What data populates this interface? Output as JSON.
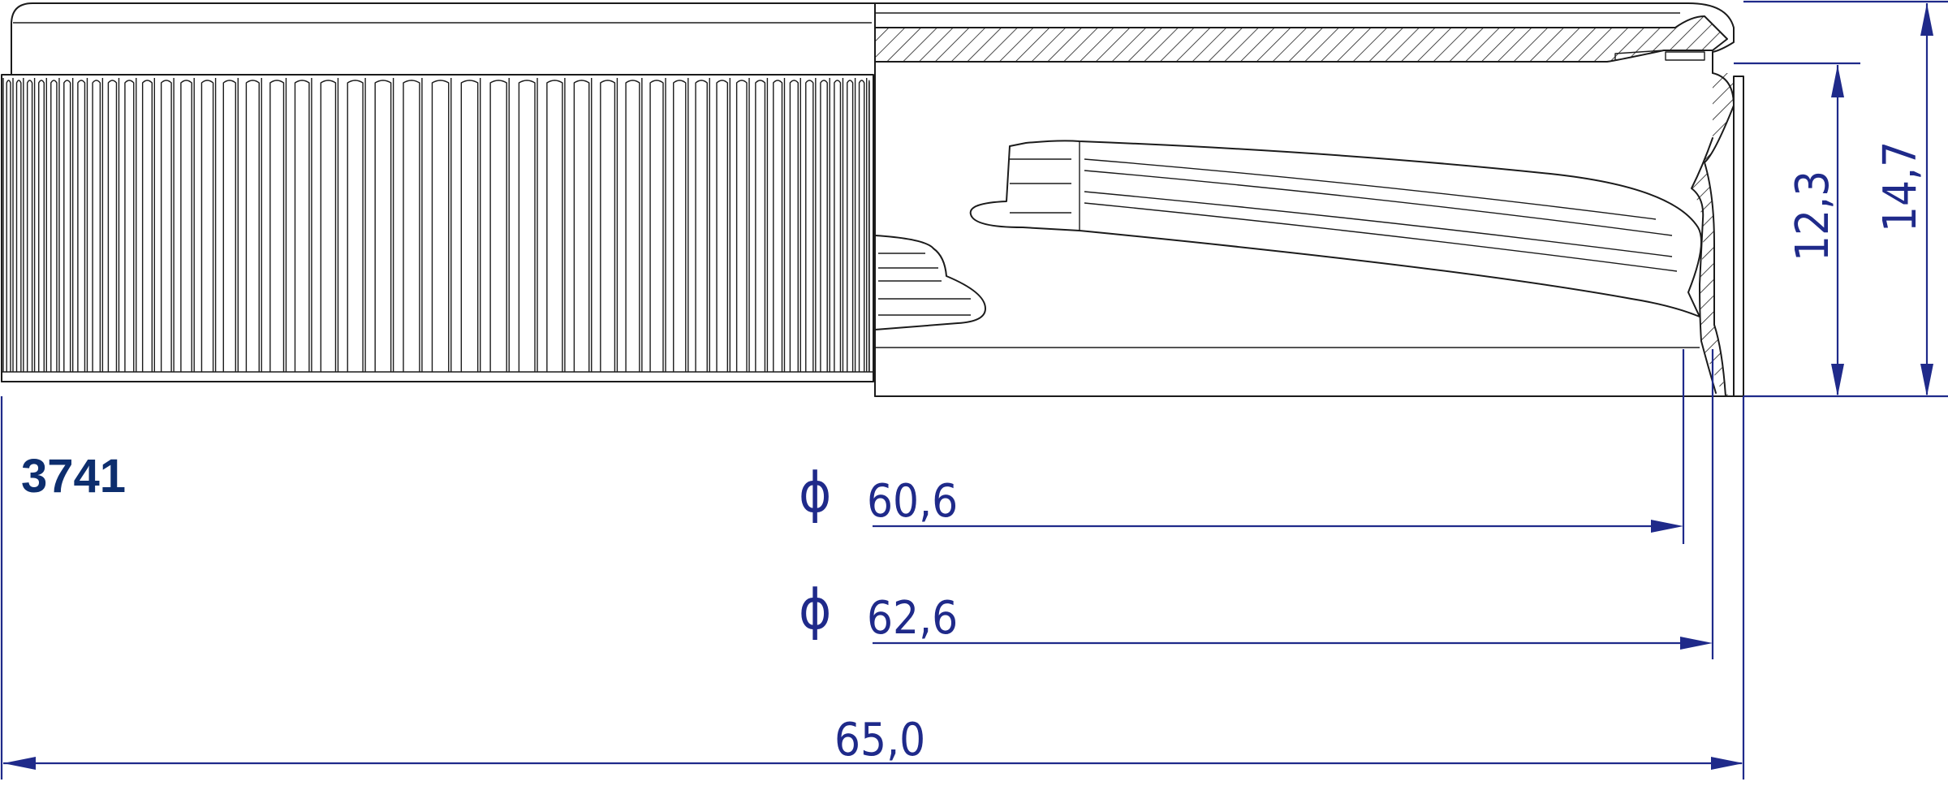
{
  "drawing": {
    "part_number": "3741",
    "dimensions": {
      "inner_diameter": {
        "symbol": "ϕ",
        "value": "60,6"
      },
      "thread_diameter": {
        "symbol": "ϕ",
        "value": "62,6"
      },
      "outer_diameter": {
        "value": "65,0"
      },
      "inner_height": {
        "value": "12,3"
      },
      "total_height": {
        "value": "14,7"
      }
    },
    "colors": {
      "dimension": "#1f2a8a",
      "part_number": "#0d2e6e",
      "outline": "#1b1b1b"
    }
  }
}
